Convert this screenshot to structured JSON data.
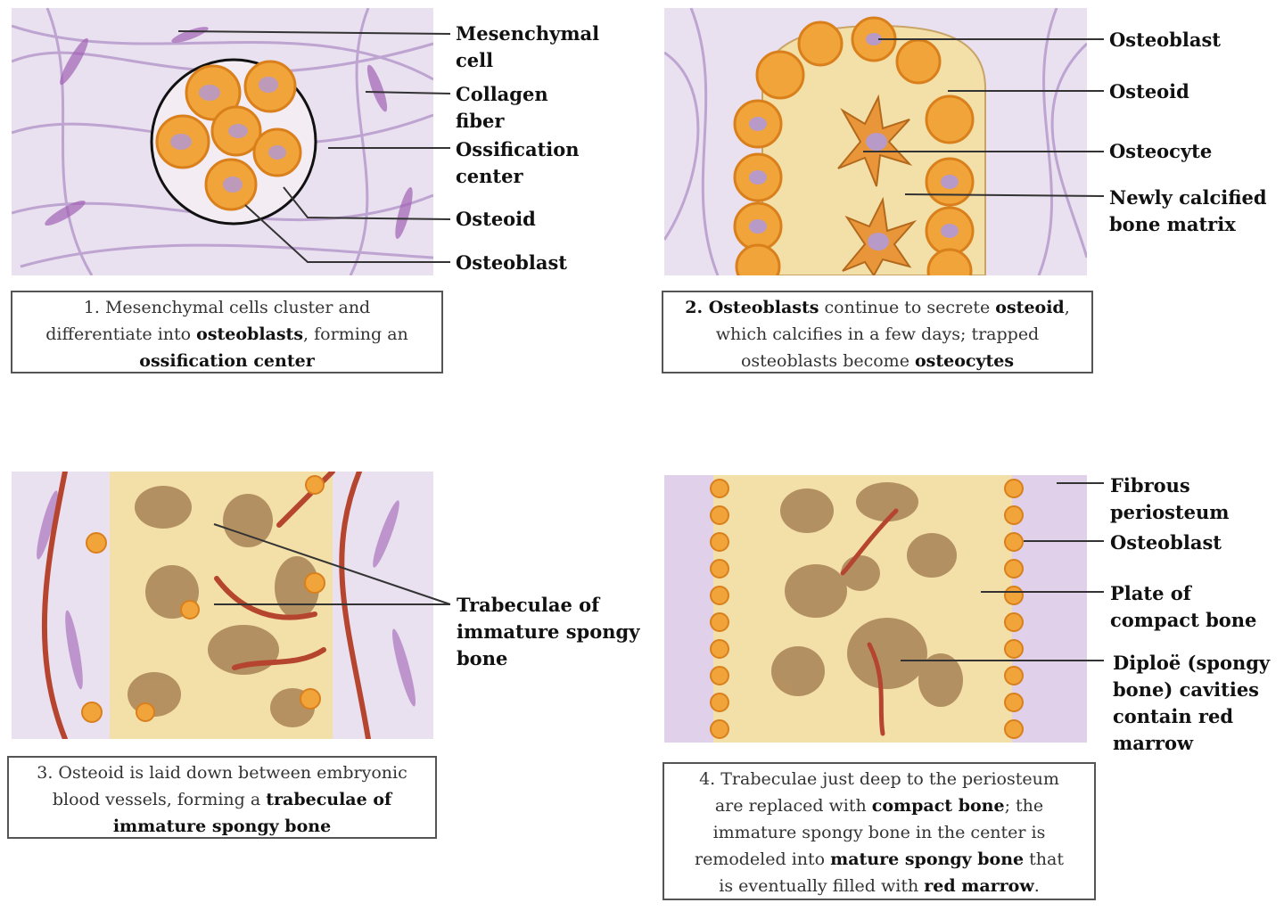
{
  "panels": [
    {
      "labels": [
        "Mesenchymal cell",
        "Collagen fiber",
        "Ossification center",
        "Osteoid",
        "Osteoblast"
      ],
      "caption": {
        "line1": "1. Mesenchymal cells cluster and",
        "line2_a": "differentiate into ",
        "line2_b": "osteoblasts",
        "line2_c": ", forming an",
        "line3": "ossification center"
      }
    },
    {
      "labels": [
        "Osteoblast",
        "Osteoid",
        "Osteocyte",
        "Newly calcified bone matrix"
      ],
      "caption": {
        "line1_a": "2. ",
        "line1_b": "Osteoblasts",
        "line1_c": " continue to secrete ",
        "line1_d": "osteoid",
        "line1_e": ",",
        "line2": "which calcifies in a few days; trapped",
        "line3_a": "osteoblasts become ",
        "line3_b": "osteocytes"
      }
    },
    {
      "labels": [
        "Trabeculae of immature spongy bone"
      ],
      "caption": {
        "line1": "3. Osteoid is laid down between embryonic",
        "line2_a": "blood vessels, forming a ",
        "line2_b": "trabeculae of",
        "line3": "immature spongy bone"
      }
    },
    {
      "labels": [
        "Fibrous periosteum",
        "Osteoblast",
        "Plate of compact bone",
        "Diploë (spongy bone) cavities contain red marrow"
      ],
      "caption": {
        "line1": "4. Trabeculae just deep to the periosteum",
        "line2_a": "are replaced with ",
        "line2_b": "compact bone",
        "line2_c": "; the",
        "line3": "immature spongy bone in the center is",
        "line4_a": "remodeled into ",
        "line4_b": "mature spongy bone",
        "line4_c": " that",
        "line5_a": "is eventually filled with ",
        "line5_b": "red marrow",
        "line5_c": "."
      }
    }
  ],
  "colors": {
    "tissue_bg": "#e9e0f0",
    "fiber": "#b79acb",
    "fiber_dark": "#8f6aa8",
    "cell": "#f0a43a",
    "cell_dark": "#d9801d",
    "nucleus": "#b89ac8",
    "bone": "#f3dfa8",
    "bone_shadow": "#c9a468",
    "cavity": "#a98355",
    "vessel": "#b5452f",
    "leader": "#333333"
  }
}
